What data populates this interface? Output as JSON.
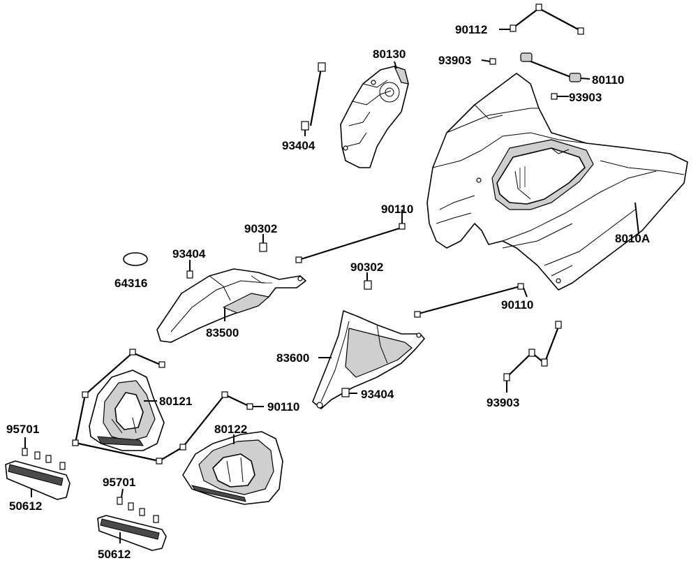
{
  "labels": {
    "p90112": "90112",
    "p80130": "80130",
    "p93903_top": "93903",
    "p80110": "80110",
    "p93903_mid": "93903",
    "p93404_top": "93404",
    "p90110_a": "90110",
    "p90302_a": "90302",
    "p8010A": "8010A",
    "p93404_mid": "93404",
    "p64316": "64316",
    "p90302_b": "90302",
    "p90110_b": "90110",
    "p83500": "83500",
    "p83600": "83600",
    "p80121": "80121",
    "p93404_low": "93404",
    "p90110_c": "90110",
    "p93903_low": "93903",
    "p95701_a": "95701",
    "p80122": "80122",
    "p95701_b": "95701",
    "p50612_a": "50612",
    "p50612_b": "50612"
  }
}
